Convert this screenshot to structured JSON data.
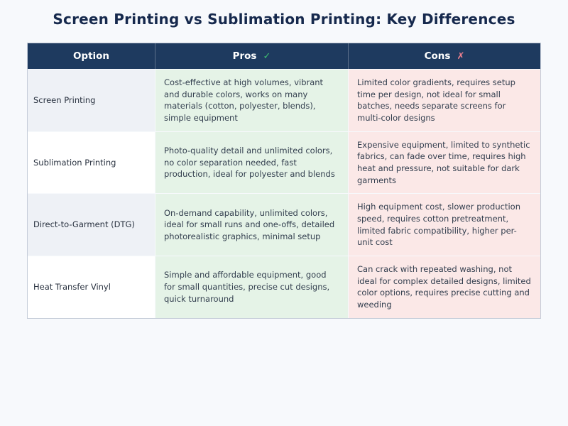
{
  "title": "Screen Printing vs Sublimation Printing: Key Differences",
  "colors": {
    "page_bg": "#f7f9fc",
    "title_text": "#16294d",
    "header_bg": "#1e3a5f",
    "header_text": "#ffffff",
    "pros_cell_bg": "#e5f3e7",
    "cons_cell_bg": "#fbe8e7",
    "option_alt_row_bg": "#eef1f6",
    "check_icon_color": "#3fbf71",
    "cross_icon_color": "#f0818f",
    "body_text": "#323e4e",
    "table_border": "#c6cdd9"
  },
  "icons": {
    "pros_check": "✓",
    "cons_cross": "✗"
  },
  "chart_data": {
    "type": "table",
    "title": "Screen Printing vs Sublimation Printing: Key Differences",
    "headers": {
      "option": "Option",
      "pros": "Pros",
      "cons": "Cons"
    },
    "rows": [
      {
        "option": "Screen Printing",
        "pros": "Cost-effective at high volumes, vibrant and durable colors, works on many materials (cotton, polyester, blends), simple equipment",
        "cons": "Limited color gradients, requires setup time per design, not ideal for small batches, needs separate screens for multi-color designs"
      },
      {
        "option": "Sublimation Printing",
        "pros": "Photo-quality detail and unlimited colors, no color separation needed, fast production, ideal for polyester and blends",
        "cons": "Expensive equipment, limited to synthetic fabrics, can fade over time, requires high heat and pressure, not suitable for dark garments"
      },
      {
        "option": "Direct-to-Garment (DTG)",
        "pros": "On-demand capability, unlimited colors, ideal for small runs and one-offs, detailed photorealistic graphics, minimal setup",
        "cons": "High equipment cost, slower production speed, requires cotton pretreatment, limited fabric compatibility, higher per-unit cost"
      },
      {
        "option": "Heat Transfer Vinyl",
        "pros": "Simple and affordable equipment, good for small quantities, precise cut designs, quick turnaround",
        "cons": "Can crack with repeated washing, not ideal for complex detailed designs, limited color options, requires precise cutting and weeding"
      }
    ]
  }
}
